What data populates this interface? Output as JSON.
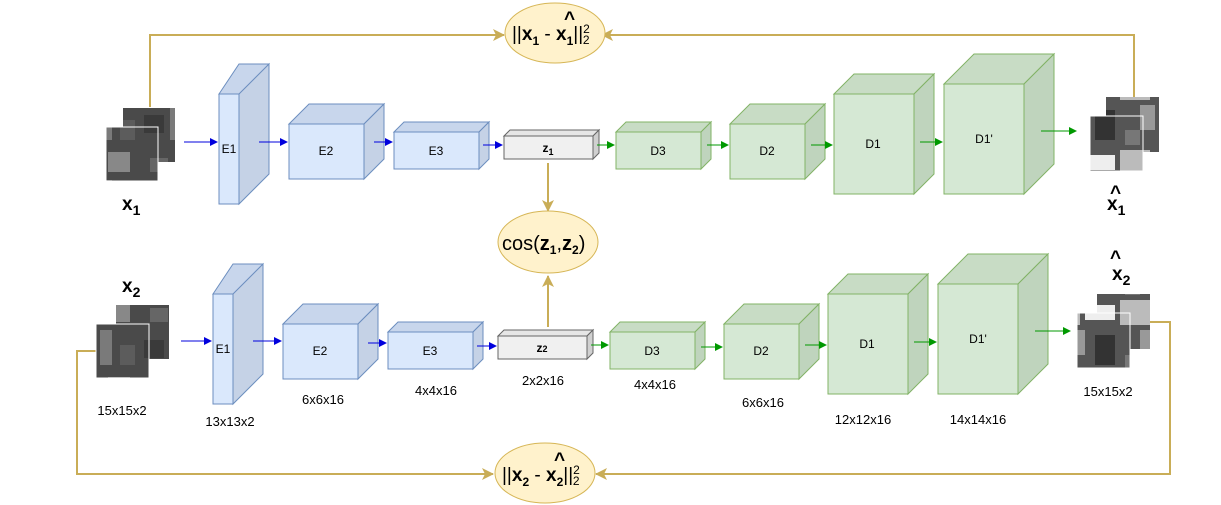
{
  "colors": {
    "loss_line": "#c9ad57",
    "loss_fill": "#fff2cc",
    "loss_stroke": "#d6b656",
    "encoder_fill": "#dae8fc",
    "encoder_stroke": "#6c8ebf",
    "decoder_fill": "#d5e8d4",
    "decoder_stroke": "#82b366",
    "latent_fill": "#f5f5f5",
    "latent_stroke": "#666666",
    "encoder_arrow": "#0000dd",
    "decoder_arrow": "#009900"
  },
  "top_branch": {
    "input_label": "x",
    "input_sub": "1",
    "output_label": "x",
    "output_sub": "1",
    "output_hat": "^",
    "encoders": [
      "E1",
      "E2",
      "E3"
    ],
    "latent": "z",
    "latent_sub": "1",
    "decoders": [
      "D3",
      "D2",
      "D1",
      "D1'"
    ]
  },
  "bottom_branch": {
    "input_label": "x",
    "input_sub": "2",
    "output_label": "x",
    "output_sub": "2",
    "output_hat": "^",
    "encoders": [
      "E1",
      "E2",
      "E3"
    ],
    "latent": "z",
    "latent_sub": "2",
    "decoders": [
      "D3",
      "D2",
      "D1",
      "D1'"
    ]
  },
  "losses": {
    "top": {
      "open": "||",
      "x": "x",
      "sub": "1",
      "minus": " - ",
      "xhat": "x",
      "hat": "^",
      "hat_sub": "1",
      "close": "||",
      "sup": "2",
      "norm_sub": "2"
    },
    "bottom": {
      "open": "||",
      "x": "x",
      "sub": "2",
      "minus": " - ",
      "xhat": "x",
      "hat": "^",
      "hat_sub": "2",
      "close": "||",
      "sup": "2",
      "norm_sub": "2"
    },
    "cosine": {
      "func": "cos(",
      "z1": "z",
      "z1_sub": "1",
      "comma": ",",
      "z2": "z",
      "z2_sub": "2",
      "close": ")"
    }
  },
  "dimensions": {
    "input": "15x15x2",
    "e1": "13x13x2",
    "e2": "6x6x16",
    "e3": "4x4x16",
    "latent": "2x2x16",
    "d3": "4x4x16",
    "d2": "6x6x16",
    "d1": "12x12x16",
    "d1p": "14x14x16",
    "output": "15x15x2"
  }
}
